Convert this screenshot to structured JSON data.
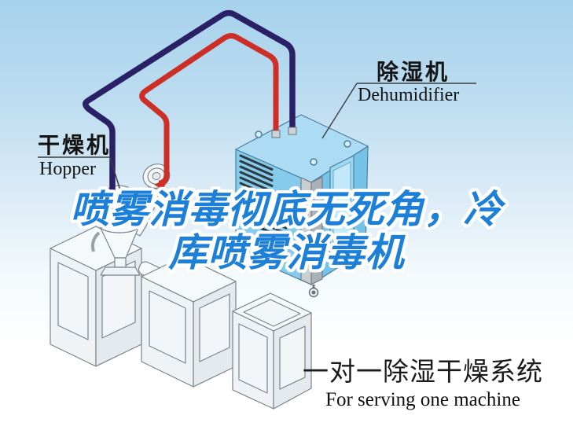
{
  "labels": {
    "hopper": {
      "title_zh": "干燥机",
      "title_en": "Hopper"
    },
    "dehumidifier": {
      "title_zh": "除湿机",
      "title_en": "Dehumidifier"
    }
  },
  "headline": {
    "line1": "喷雾消毒彻底无死角，冷",
    "line2": "库喷雾消毒机"
  },
  "caption": {
    "title_zh": "一对一除湿干燥系统",
    "title_en": "For serving one machine"
  },
  "colors": {
    "sky_top": "#a6d2ec",
    "headline_blue": "#1c7fd8",
    "supply_pipe": "#2a2066",
    "return_pipe": "#cd2f27",
    "machine_blue_front": "#85cbec",
    "machine_blue_top": "#abdcf4",
    "label_text": "#141414"
  }
}
